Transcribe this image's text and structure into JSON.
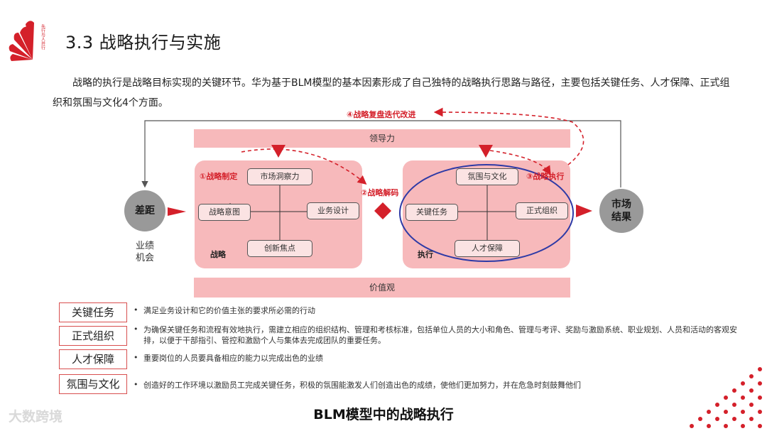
{
  "header": {
    "logo_motto": "先行与人并行",
    "title": "3.3 战略执行与实施",
    "intro": "战略的执行是战略目标实现的关键环节。华为基于BLM模型的基本因素形成了自己独特的战略执行思路与路径，主要包括关键任务、人才保障、正式组织和氛围与文化4个方面。"
  },
  "diagram": {
    "leadership": "领导力",
    "values": "价值观",
    "gap": "差距",
    "gap_sub": [
      "业绩",
      "机会"
    ],
    "result": [
      "市场",
      "结果"
    ],
    "steps": {
      "s1": "①战略制定",
      "s2": "②战略解码",
      "s3": "③战略执行",
      "s4": "④战略复盘迭代改进"
    },
    "strategy_panel": {
      "label": "战略",
      "top": "市场洞察力",
      "left": "战略意图",
      "right": "业务设计",
      "bottom": "创新焦点"
    },
    "execution_panel": {
      "label": "执行",
      "top": "氛围与文化",
      "left": "关键任务",
      "right": "正式组织",
      "bottom": "人才保障"
    }
  },
  "legend": [
    {
      "term": "关键任务",
      "text": "满足业务设计和它的价值主张的要求所必需的行动"
    },
    {
      "term": "正式组织",
      "text": "为确保关键任务和流程有效地执行，需建立相应的组织结构、管理和考核标准，包括单位人员的大小和角色、管理与考评、奖励与激励系统、职业规划、人员和活动的客观安排，以便于干部指引、管控和激励个人与集体去完成团队的重要任务。"
    },
    {
      "term": "人才保障",
      "text": "重要岗位的人员要具备相应的能力以完成出色的业绩"
    },
    {
      "term": "氛围与文化",
      "text": "创造好的工作环境以激励员工完成关键任务，积极的氛围能激发人们创造出色的成绩，使他们更加努力，并在危急时刻鼓舞他们"
    }
  ],
  "bullet_char": "•",
  "caption": "BLM模型中的战略执行",
  "watermark": "大数跨境",
  "colors": {
    "accent_red": "#d4202a",
    "panel_pink": "#f7b9bb",
    "node_fill": "#fbe3e3",
    "circle_grey": "#999999",
    "ellipse_blue": "#2e3aa6"
  }
}
